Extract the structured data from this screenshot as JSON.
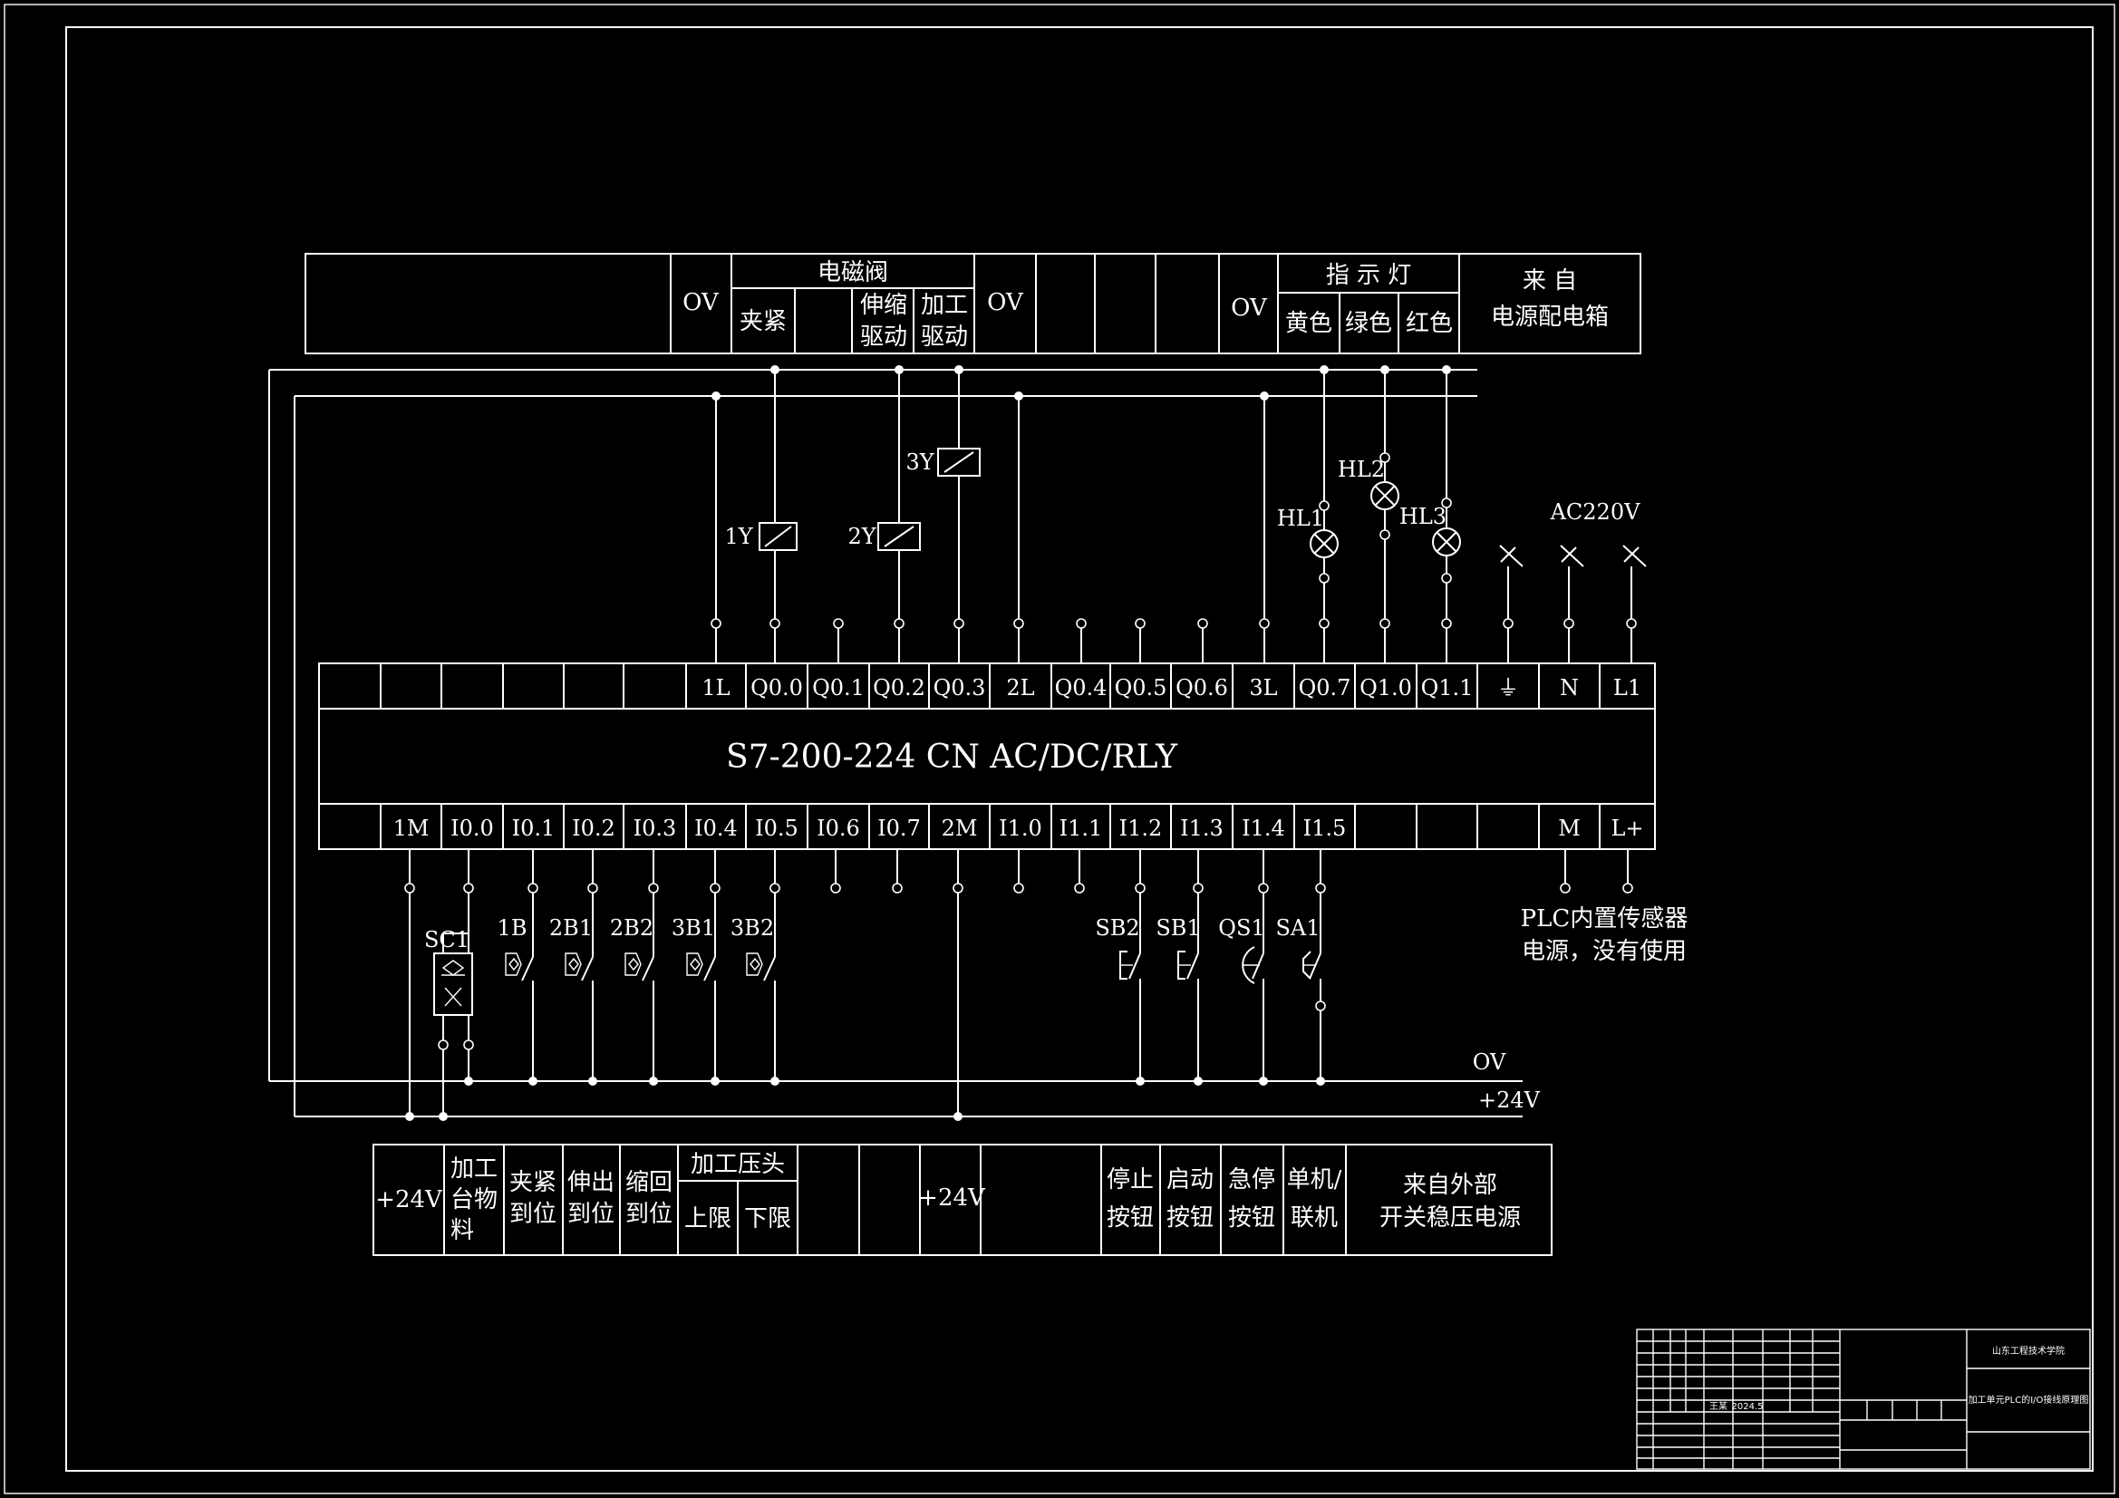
{
  "plc": {
    "model": "S7-200-224 CN AC/DC/RLY",
    "top_terminals": [
      "1L",
      "Q0.0",
      "Q0.1",
      "Q0.2",
      "Q0.3",
      "2L",
      "Q0.4",
      "Q0.5",
      "Q0.6",
      "3L",
      "Q0.7",
      "Q1.0",
      "Q1.1",
      "⏚",
      "N",
      "L1"
    ],
    "bottom_terminals": [
      "1M",
      "I0.0",
      "I0.1",
      "I0.2",
      "I0.3",
      "I0.4",
      "I0.5",
      "I0.6",
      "I0.7",
      "2M",
      "I1.0",
      "I1.1",
      "I1.2",
      "I1.3",
      "I1.4",
      "I1.5",
      "",
      "",
      "",
      "M",
      "L+"
    ]
  },
  "top_table": {
    "ov1": "OV",
    "group_solenoid": "电磁阀",
    "clamp": "夹紧",
    "extend_1": "伸缩",
    "extend_2": "驱动",
    "process_1": "加工",
    "process_2": "驱动",
    "ov2": "OV",
    "ov3": "OV",
    "group_indicator": "指 示 灯",
    "yellow": "黄色",
    "green": "绿色",
    "red": "红色",
    "source_1": "来 自",
    "source_2": "电源配电箱"
  },
  "bottom_table": {
    "plus24_1": "+24V",
    "feed_1": "加工",
    "feed_2": "台物",
    "feed_3": "料",
    "clamp_1": "夹紧",
    "clamp_2": "到位",
    "ext_1": "伸出",
    "ext_2": "到位",
    "ret_1": "缩回",
    "ret_2": "到位",
    "press_head": "加工压头",
    "upper": "上限",
    "lower": "下限",
    "plus24_2": "+24V",
    "stop_1": "停止",
    "stop_2": "按钮",
    "start_1": "启动",
    "start_2": "按钮",
    "estop_1": "急停",
    "estop_2": "按钮",
    "mode_1": "单机/",
    "mode_2": "联机",
    "ext_src_1": "来自外部",
    "ext_src_2": "开关稳压电源"
  },
  "components": {
    "coil_1y": "1Y",
    "coil_2y": "2Y",
    "coil_3y": "3Y",
    "lamp_hl1": "HL1",
    "lamp_hl2": "HL2",
    "lamp_hl3": "HL3",
    "ac220": "AC220V",
    "sc1": "SC1",
    "b1": "1B",
    "b2b1": "2B1",
    "b2b2": "2B2",
    "b3b1": "3B1",
    "b3b2": "3B2",
    "sb2": "SB2",
    "sb1": "SB1",
    "qs1": "QS1",
    "sa1": "SA1",
    "sensor_note_1": "PLC内置传感器",
    "sensor_note_2": "电源，没有使用"
  },
  "rails": {
    "ov": "OV",
    "plus24": "+24V"
  },
  "title_block": {
    "school": "山东工程技术学院",
    "drawing": "加工单元PLC的I/O接线原理图",
    "designer": "王某",
    "date": "2024.5"
  },
  "colors": {
    "background": "#000000",
    "lines": "#ffffff"
  }
}
